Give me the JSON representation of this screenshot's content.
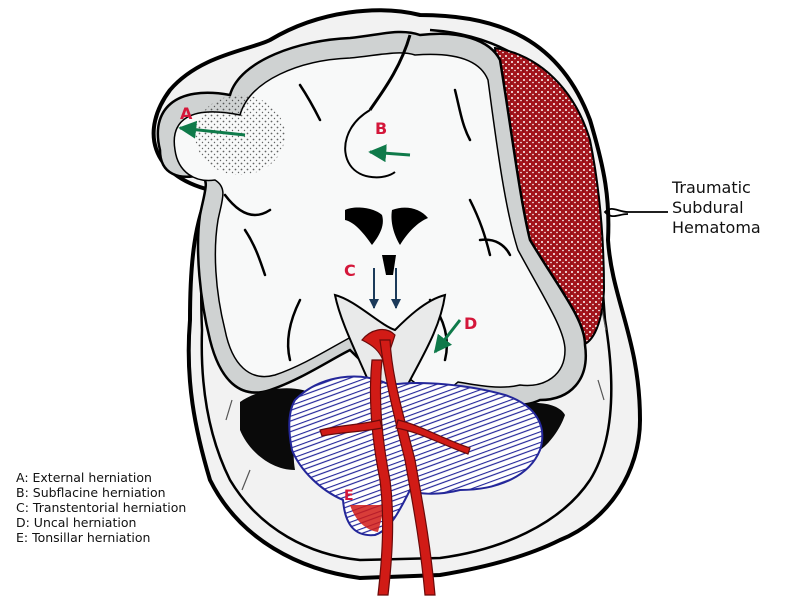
{
  "labels": {
    "a": "A",
    "b": "B",
    "c": "C",
    "d": "D",
    "e": "E"
  },
  "hematoma_label": {
    "line1": "Traumatic",
    "line2": "Subdural",
    "line3": "Hematoma"
  },
  "legend": [
    "A: External herniation",
    "B: Subflacine herniation",
    "C: Transtentorial herniation",
    "D: Uncal herniation",
    "E: Tonsillar herniation"
  ],
  "colors": {
    "label_red": "#d4173a",
    "arrow_green": "#0f7a4a",
    "hematoma": "#a3141c",
    "artery": "#d11b16",
    "cerebellum_lines": "#24279a",
    "gyri_gray": "#cfd2d2",
    "white_matter": "#f8f9f9",
    "bone": "#f2f2f2",
    "outline": "#000000"
  }
}
